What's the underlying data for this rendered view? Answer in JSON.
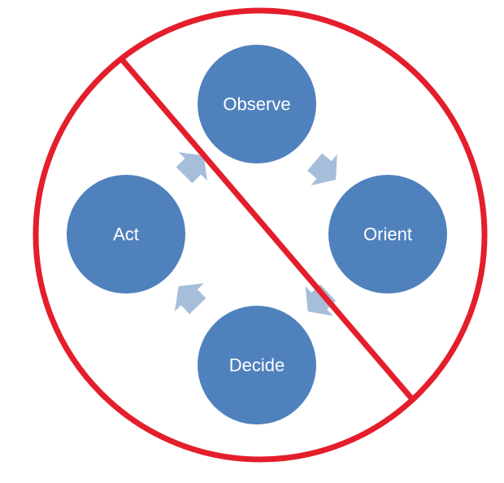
{
  "nodes": [
    {
      "id": "observe",
      "label": "Observe"
    },
    {
      "id": "orient",
      "label": "Orient"
    },
    {
      "id": "decide",
      "label": "Decide"
    },
    {
      "id": "act",
      "label": "Act"
    }
  ],
  "colors": {
    "node_fill": "#4F81BD",
    "node_text": "#FFFFFF",
    "arrow_fill": "#A7BEDA",
    "prohibition_stroke": "#E41E2B",
    "background": "#FFFFFF"
  },
  "icons": {
    "overlay": "prohibition-sign-icon",
    "flow_arrows": "chevron-arrow-icon"
  }
}
